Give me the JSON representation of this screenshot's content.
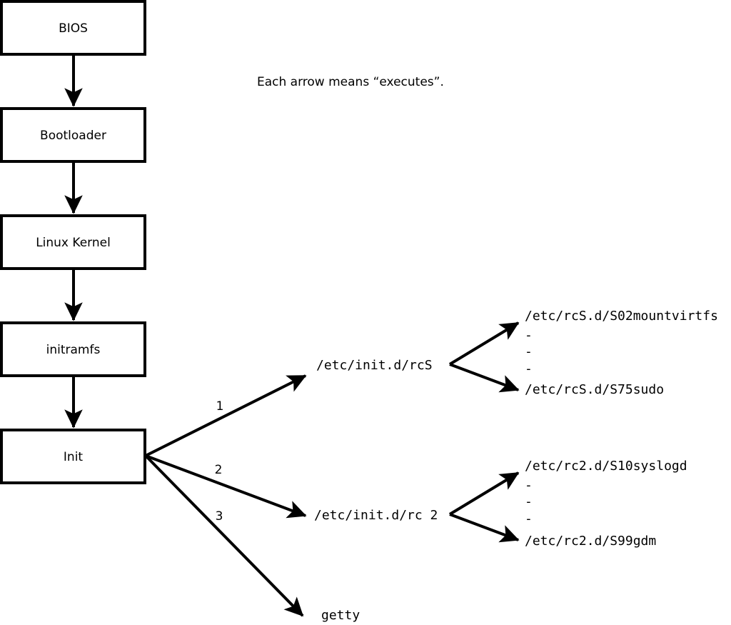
{
  "diagram": {
    "caption": "Each arrow means “executes”.",
    "boot_chain": [
      {
        "label": "BIOS"
      },
      {
        "label": "Bootloader"
      },
      {
        "label": "Linux Kernel"
      },
      {
        "label": "initramfs"
      },
      {
        "label": "Init"
      }
    ],
    "init_branches": [
      {
        "number": "1",
        "label": "/etc/init.d/rcS"
      },
      {
        "number": "2",
        "label": "/etc/init.d/rc 2"
      },
      {
        "number": "3",
        "label": "getty"
      }
    ],
    "rcs_scripts": {
      "first": "/etc/rcS.d/S02mountvirtfs",
      "ellipsis": [
        "-",
        "-",
        "-"
      ],
      "last": "/etc/rcS.d/S75sudo"
    },
    "rc2_scripts": {
      "first": "/etc/rc2.d/S10syslogd",
      "ellipsis": [
        "-",
        "-",
        "-"
      ],
      "last": "/etc/rc2.d/S99gdm"
    },
    "colors": {
      "stroke": "#000000",
      "fill": "#ffffff",
      "background": "#ffffff"
    }
  }
}
